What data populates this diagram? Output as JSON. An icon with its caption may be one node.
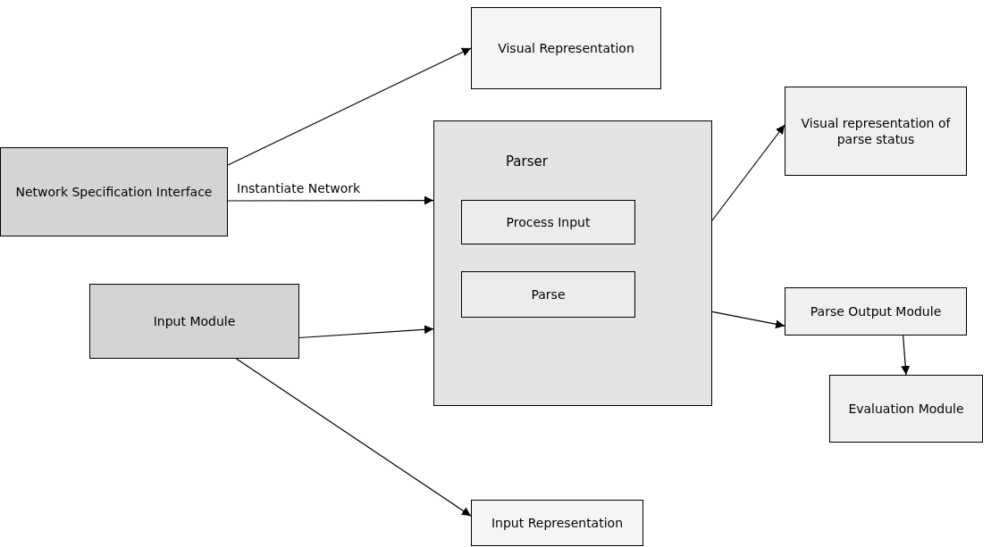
{
  "diagram": {
    "nodes": [
      {
        "text": [
          "Visual Representation"
        ]
      },
      {
        "text": [
          "Network Specification Interface"
        ]
      },
      {
        "text": [
          "Parser"
        ]
      },
      {
        "text": [
          "Process Input"
        ],
        "in": 2
      },
      {
        "text": [
          "Parse"
        ],
        "in": 2
      },
      {
        "text": [
          "Visual representation of parse status"
        ]
      },
      {
        "text": [
          "Input Module"
        ]
      },
      {
        "text": [
          "Parse Output Module"
        ]
      },
      {
        "text": [
          "Evaluation Module"
        ]
      },
      {
        "text": [
          "Input Representation"
        ]
      }
    ],
    "edges": [
      {
        "from": 1,
        "to": 0,
        "arrow": "to"
      },
      {
        "from": 1,
        "to": 2,
        "arrow": "to",
        "label": "Instantiate Network"
      },
      {
        "from": 6,
        "to": 2,
        "arrow": "to"
      },
      {
        "from": 6,
        "to": 9,
        "arrow": "to"
      },
      {
        "from": 2,
        "to": 5,
        "arrow": "to"
      },
      {
        "from": 2,
        "to": 7,
        "arrow": "to"
      },
      {
        "from": 7,
        "to": 8,
        "arrow": "to"
      }
    ]
  }
}
